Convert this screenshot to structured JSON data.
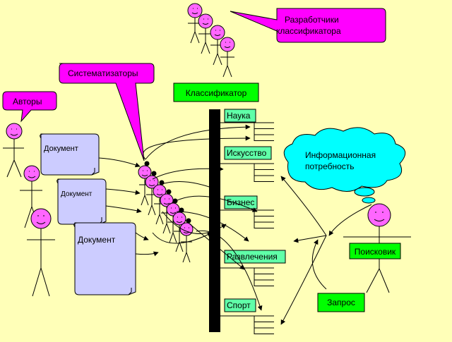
{
  "callouts": {
    "developers": [
      "Разработчики",
      "классификатора"
    ],
    "systematizers": "Систематизаторы",
    "authors": "Авторы"
  },
  "classifier_label": "Классификатор",
  "categories": [
    "Наука",
    "Искусство",
    "Бизнес",
    "Развлечения",
    "Спорт"
  ],
  "documents": [
    "Документ",
    "Документ",
    "Документ"
  ],
  "cloud": [
    "Информационная",
    "потребность"
  ],
  "searcher_label": "Поисковик",
  "query_label": "Запрос",
  "colors": {
    "background": "#ffffb8",
    "callout": "#ff00ff",
    "classifier": "#00ff00",
    "category": "#60ffa8",
    "document": "#ccccff",
    "cloud": "#00ffff",
    "searcher": "#00ff00",
    "query": "#00ff00"
  }
}
